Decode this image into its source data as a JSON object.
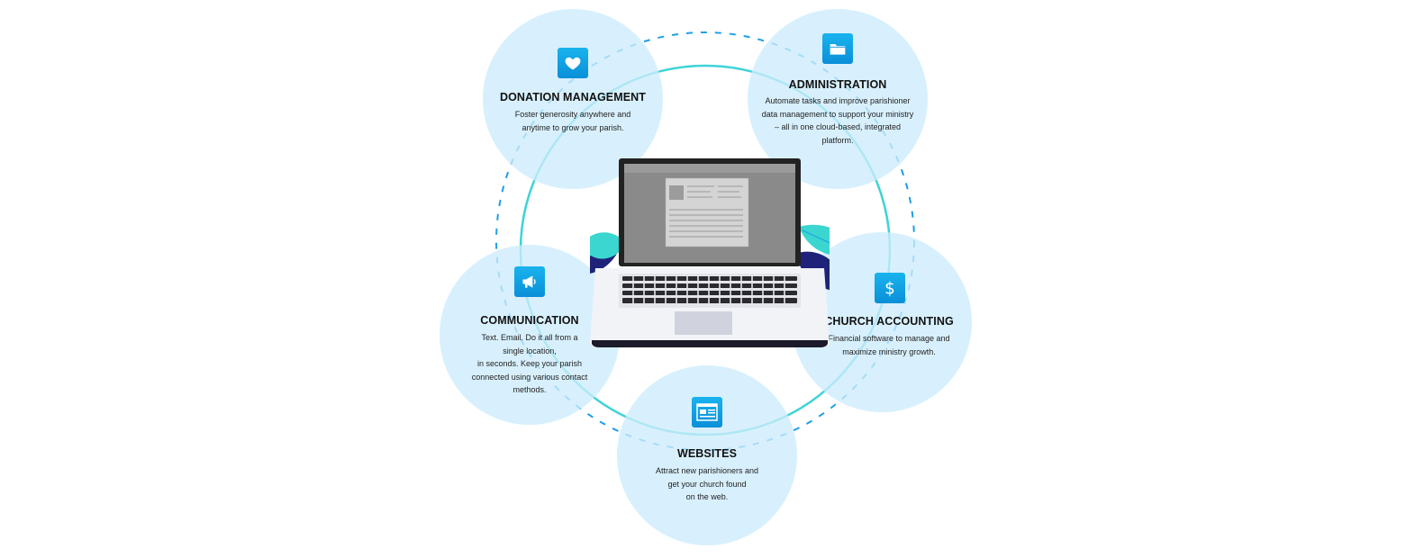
{
  "features": [
    {
      "id": "donation",
      "title": "DONATION MANAGEMENT",
      "description": "Foster generosity anywhere and\nanytime to grow your parish.",
      "icon": "heart-icon"
    },
    {
      "id": "administration",
      "title": "ADMINISTRATION",
      "description": "Automate tasks and improve parishioner\ndata management to support your ministry\n– all in one cloud-based, integrated\nplatform.",
      "icon": "folder-icon"
    },
    {
      "id": "communication",
      "title": "COMMUNICATION",
      "description": "Text. Email. Do it all from a\nsingle location,\nin seconds. Keep your parish\nconnected using various contact\nmethods.",
      "icon": "megaphone-icon"
    },
    {
      "id": "accounting",
      "title": "CHURCH ACCOUNTING",
      "description": "Financial software to manage and\nmaximize ministry growth.",
      "icon": "dollar-icon"
    },
    {
      "id": "websites",
      "title": "WEBSITES",
      "description": "Attract new parishioners and\nget your church found\non the web.",
      "icon": "website-icon"
    }
  ],
  "colors": {
    "circle_fill": "#cdecfc",
    "icon_blue": "#0a9ee0",
    "ring_teal": "#3fd3d6",
    "dash_blue": "#1e9fe6",
    "leaf_teal": "#3ad6cf",
    "leaf_navy": "#1e2379"
  }
}
